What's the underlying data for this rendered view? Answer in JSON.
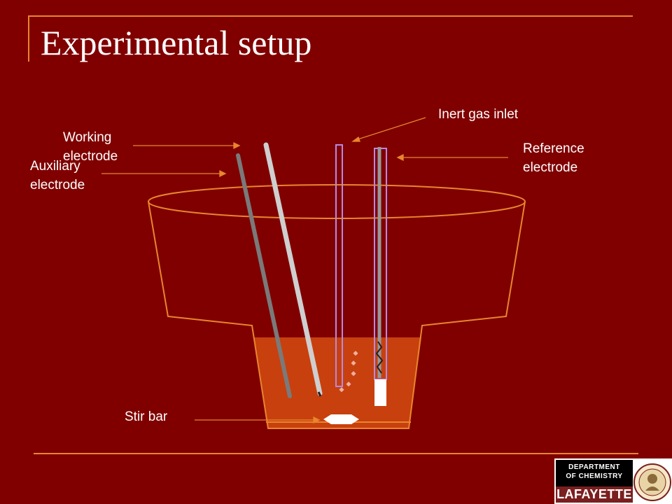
{
  "slide": {
    "title": "Experimental setup"
  },
  "labels": {
    "inert_gas_inlet": "Inert gas inlet",
    "working_electrode": [
      "Working",
      "electrode"
    ],
    "auxiliary_electrode": [
      "Auxiliary",
      "electrode"
    ],
    "reference_electrode": [
      "Reference",
      "electrode"
    ],
    "stir_bar": "Stir bar"
  },
  "logo": {
    "department_lines": [
      "DEPARTMENT",
      "OF CHEMISTRY"
    ],
    "name": "LAFAYETTE"
  },
  "colors": {
    "background": "#800000",
    "accent_lines": "#e8862e",
    "solution": "#c8400e",
    "text": "#ffffff"
  }
}
